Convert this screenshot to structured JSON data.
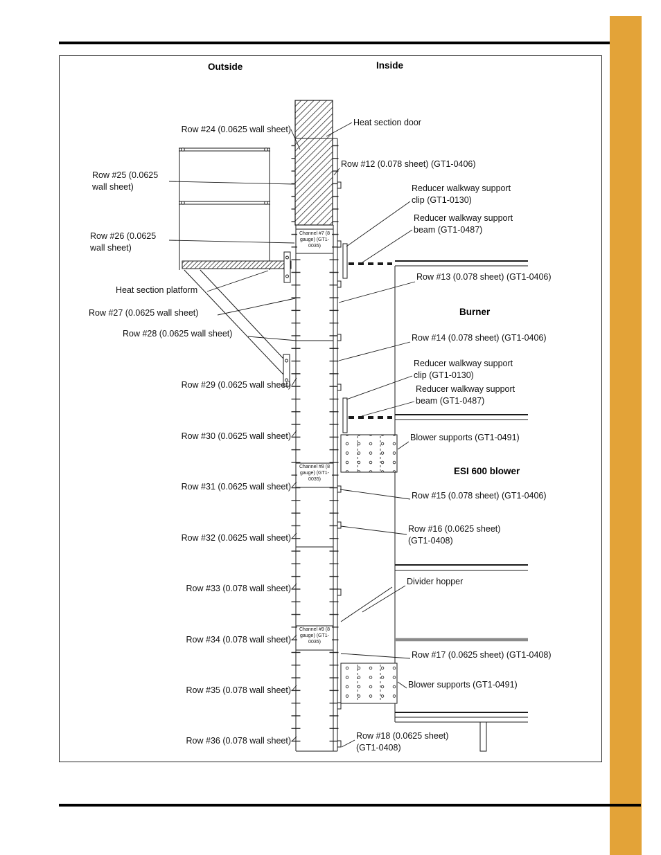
{
  "headers": {
    "outside": "Outside",
    "inside": "Inside",
    "burner": "Burner",
    "esi_blower": "ESI 600 blower"
  },
  "left_labels": {
    "row24": "Row #24 (0.0625 wall sheet)",
    "row25": "Row #25 (0.0625 wall sheet)",
    "row26": "Row #26 (0.0625 wall sheet)",
    "heat_platform": "Heat section platform",
    "row27": "Row #27 (0.0625 wall sheet)",
    "row28": "Row #28 (0.0625 wall sheet)",
    "row29": "Row #29 (0.0625 wall sheet)",
    "row30": "Row #30 (0.0625 wall sheet)",
    "row31": "Row #31 (0.0625 wall sheet)",
    "row32": "Row #32 (0.0625 wall sheet)",
    "row33": "Row #33 (0.078 wall sheet)",
    "row34": "Row #34 (0.078 wall sheet)",
    "row35": "Row #35 (0.078 wall sheet)",
    "row36": "Row #36 (0.078 wall sheet)"
  },
  "right_labels": {
    "heat_door": "Heat section door",
    "row12": "Row #12 (0.078 sheet) (GT1-0406)",
    "clip1": "Reducer walkway support clip (GT1-0130)",
    "beam1": "Reducer walkway support beam (GT1-0487)",
    "row13": "Row #13 (0.078 sheet) (GT1-0406)",
    "row14": "Row #14 (0.078 sheet) (GT1-0406)",
    "clip2": "Reducer walkway support clip (GT1-0130)",
    "beam2": "Reducer walkway support beam (GT1-0487)",
    "blower_supports1": "Blower supports (GT1-0491)",
    "row15": "Row #15 (0.078 sheet) (GT1-0406)",
    "row16": "Row #16 (0.0625 sheet) (GT1-0408)",
    "divider_hopper": "Divider hopper",
    "row17": "Row #17 (0.0625 sheet) (GT1-0408)",
    "blower_supports2": "Blower supports (GT1-0491)",
    "row18": "Row #18 (0.0625 sheet) (GT1-0408)"
  },
  "channel_labels": {
    "ch7": "Channel #7 (8 gauge) (GT1-0035)",
    "ch8": "Channel #8 (8 gauge) (GT1-0035)",
    "ch9": "Channel #9 (8 gauge) (GT1-0035)"
  },
  "colors": {
    "accent_bar": "#E3A338",
    "divider_hopper_line": "#8a8a8a"
  }
}
